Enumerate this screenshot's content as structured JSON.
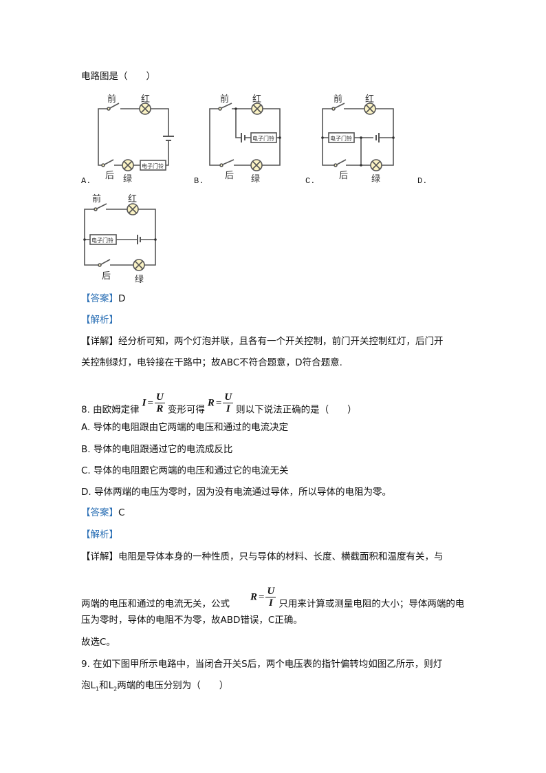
{
  "q7": {
    "stem_tail": "电路图是（　　）",
    "labels": {
      "front": "前",
      "red": "红",
      "back": "后",
      "green": "绿",
      "bell": "电子门铃"
    },
    "options": [
      "A.",
      "B.",
      "C.",
      "D."
    ],
    "answer_label": "【答案】",
    "answer": "D",
    "analysis_label": "【解析】",
    "detail_label": "【详解】",
    "detail_line1": "经分析可知，两个灯泡并联，且各有一个开关控制，前门开关控制红灯，后门开",
    "detail_line2": "关控制绿灯，电铃接在干路中；故ABC不符合题意，D符合题意."
  },
  "q8": {
    "stem_prefix": "8. 由欧姆定律",
    "formula1": {
      "lhs": "I",
      "num": "U",
      "den": "R"
    },
    "stem_mid": "变形可得",
    "formula2": {
      "lhs": "R",
      "num": "U",
      "den": "I"
    },
    "stem_suffix": "则以下说法正确的是（　　）",
    "eq": "=",
    "options": [
      "A. 导体的电阻跟由它两端的电压和通过的电流决定",
      "B. 导体的电阻跟通过它的电流成反比",
      "C. 导体的电阻跟它两端的电压和通过它的电流无关",
      "D. 导体两端的电压为零时，因为没有电流通过导体，所以导体的电阻为零。"
    ],
    "answer_label": "【答案】",
    "answer": "C",
    "analysis_label": "【解析】",
    "detail_label": "【详解】",
    "detail_line1": "电阻是导体本身的一种性质，只与导体的材料、长度、横截面积和温度有关，与",
    "detail_line2_prefix": "两端的电压和通过的电流无关，公式",
    "formula3": {
      "lhs": "R",
      "num": "U",
      "den": "I"
    },
    "detail_line2_suffix": "只用来计算或测量电阻的大小；导体两端的电",
    "detail_line3": "压为零时，导体的电阻不为零，故ABD错误，C正确。",
    "conclusion": "故选C。"
  },
  "q9": {
    "line1": "9. 在如下图甲所示电路中，当闭合开关S后，两个电压表的指针偏转均如图乙所示，则灯",
    "line2_a": "泡L",
    "sub1": "1",
    "line2_b": "和L",
    "sub2": "2",
    "line2_c": "两端的电压分别为（　　）"
  },
  "colors": {
    "accent": "#2a6fb5",
    "lamp": "#fbf3c4"
  }
}
